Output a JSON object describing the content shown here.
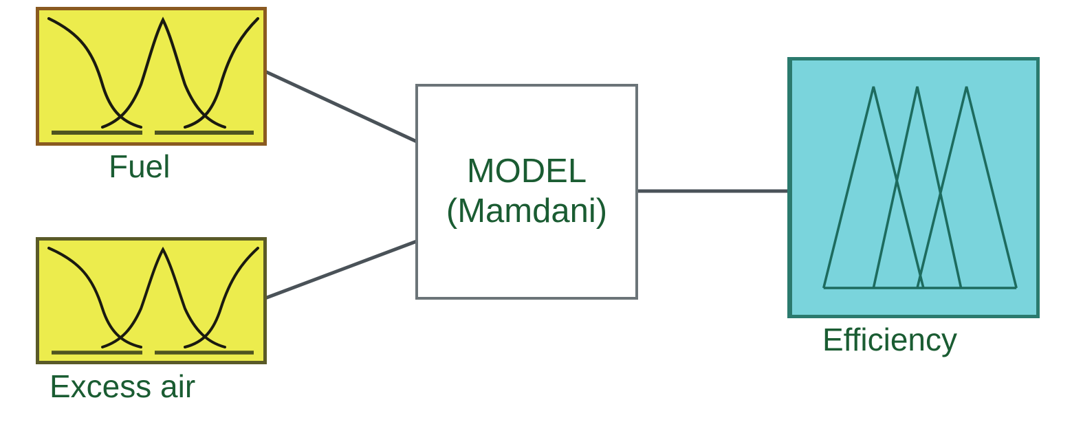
{
  "diagram": {
    "title": "Mamdani fuzzy model block diagram",
    "colors": {
      "input_fill": "#ecec4d",
      "input_border_fuel": "#8a5a20",
      "input_border_excess_air": "#5a5a28",
      "output_fill": "#7ad4dc",
      "output_border": "#2b7a6e",
      "model_fill": "#ffffff",
      "model_border": "#6b7478",
      "label_text": "#1a5c32",
      "connector": "#4a5258",
      "curve_stroke": "#1a1a10",
      "triangle_stroke": "#1d6b5e"
    },
    "nodes": [
      {
        "id": "fuel",
        "label": "Fuel",
        "kind": "input-membership-plot",
        "plot_type": "sigmoid-bell-sigmoid",
        "membership_functions": 3
      },
      {
        "id": "excess-air",
        "label": "Excess air",
        "kind": "input-membership-plot",
        "plot_type": "sigmoid-bell-sigmoid",
        "membership_functions": 3
      },
      {
        "id": "model",
        "label_line_1": "MODEL",
        "label_line_2": "(Mamdani)",
        "kind": "process-block"
      },
      {
        "id": "efficiency",
        "label": "Efficiency",
        "kind": "output-membership-plot",
        "plot_type": "triangular",
        "membership_functions": 3
      }
    ],
    "connectors": [
      {
        "id": "fuel-to-model",
        "from": "fuel",
        "to": "model"
      },
      {
        "id": "excess-air-to-model",
        "from": "excess-air",
        "to": "model"
      },
      {
        "id": "model-to-efficiency",
        "from": "model",
        "to": "efficiency"
      }
    ]
  }
}
